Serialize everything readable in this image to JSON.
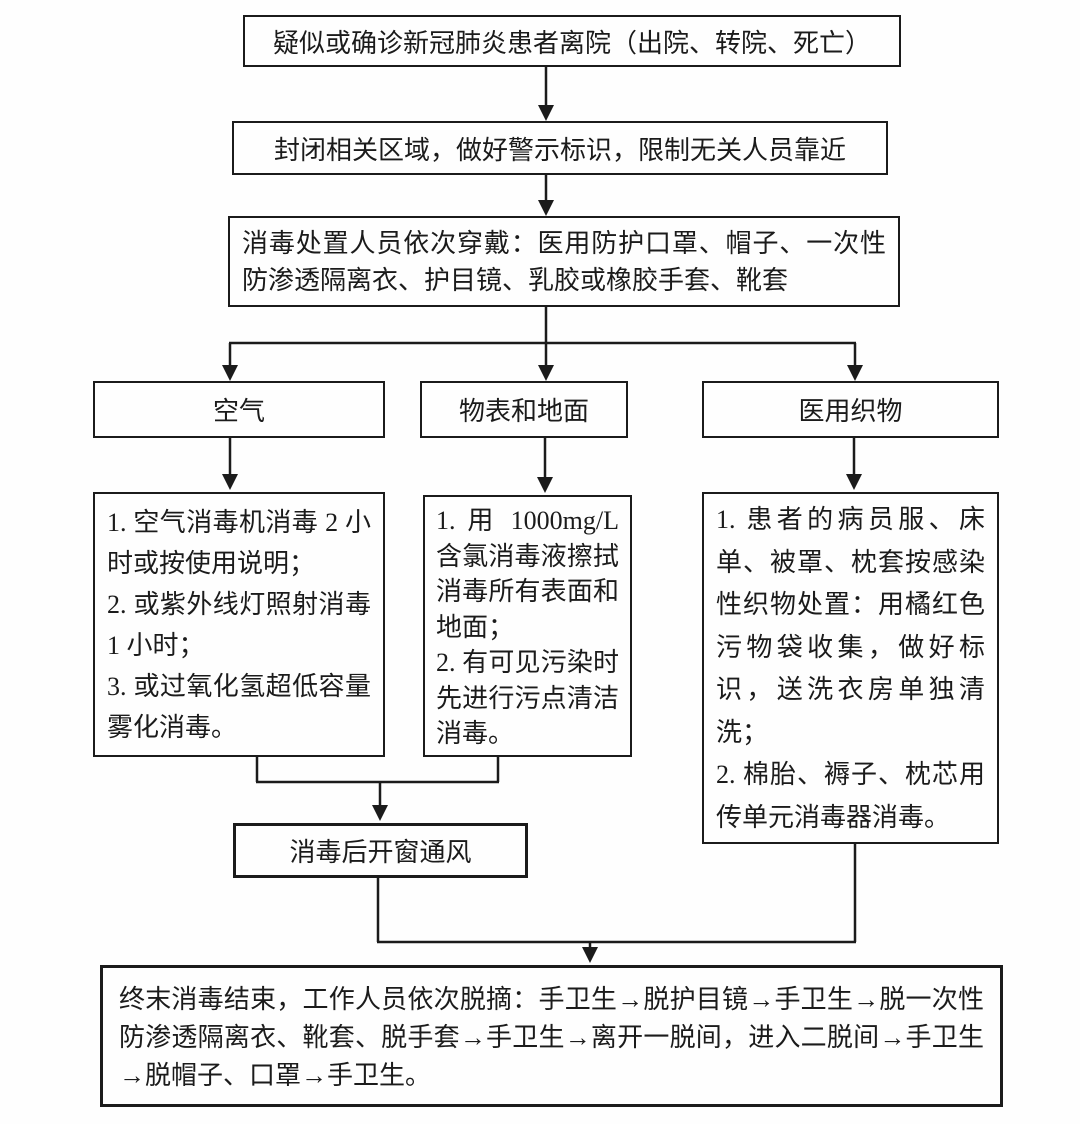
{
  "flowchart": {
    "start": "疑似或确诊新冠肺炎患者离院（出院、转院、死亡）",
    "seal_area": "封闭相关区域，做好警示标识，限制无关人员靠近",
    "ppe": "消毒处置人员依次穿戴：医用防护口罩、帽子、一次性防渗透隔离衣、护目镜、乳胶或橡胶手套、靴套",
    "branches": {
      "air": {
        "title": "空气",
        "items": [
          "1. 空气消毒机消毒 2 小时或按使用说明；",
          "2. 或紫外线灯照射消毒 1 小时；",
          "3. 或过氧化氢超低容量雾化消毒。"
        ]
      },
      "surface": {
        "title": "物表和地面",
        "items": [
          "1. 用 1000mg/L 含氯消毒液擦拭消毒所有表面和地面；",
          "2. 有可见污染时先进行污点清洁消毒。"
        ]
      },
      "textile": {
        "title": "医用织物",
        "items": [
          "1. 患者的病员服、床单、被罩、枕套按感染性织物处置：用橘红色污物袋收集，做好标识，送洗衣房单独清洗；",
          "2. 棉胎、褥子、枕芯用传单元消毒器消毒。"
        ]
      }
    },
    "ventilate": "消毒后开窗通风",
    "final": "终末消毒结束，工作人员依次脱摘：手卫生→脱护目镜→手卫生→脱一次性防渗透隔离衣、靴套、脱手套→手卫生→离开一脱间，进入二脱间→手卫生→脱帽子、口罩→手卫生。"
  },
  "colors": {
    "background": "#fefefe",
    "line": "#1b1b1b",
    "text": "#1b1b1b"
  }
}
